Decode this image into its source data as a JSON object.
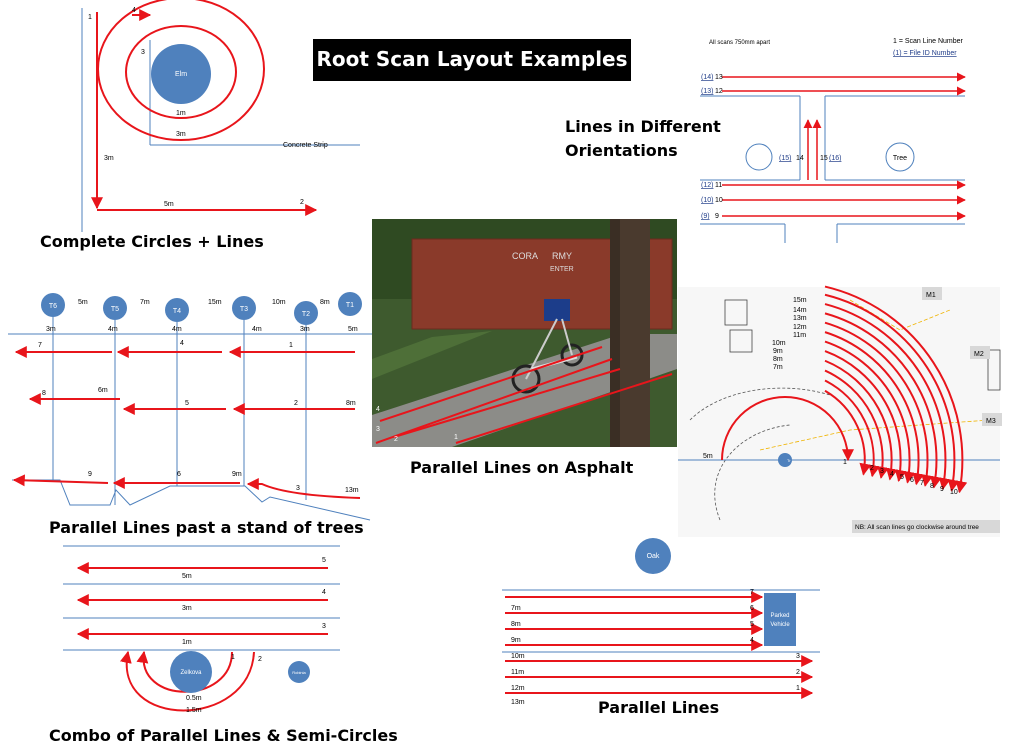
{
  "title": "Root Scan Layout Examples",
  "captions": {
    "circles": "Complete Circles + Lines",
    "orientations_line1": "Lines in Different",
    "orientations_line2": "Orientations",
    "asphalt": "Parallel Lines on Asphalt",
    "trees": "Parallel Lines  past a stand of trees",
    "combo": "Combo of Parallel Lines  & Semi-Circles",
    "parallel": "Parallel Lines"
  },
  "panel_circles": {
    "tree": "Elm",
    "l1": "1",
    "l2": "4",
    "l3": "3",
    "r1": "1m",
    "r3": "3m",
    "strip": "Concrete Strip",
    "side": "3m",
    "bottom": "5m",
    "b2": "2"
  },
  "panel_orient": {
    "note": "All scans 750mm apart",
    "legend1": "1 = Scan Line Number",
    "legend2": "(1) = File ID Number",
    "rows": [
      {
        "fid": "(14)",
        "num": "13"
      },
      {
        "fid": "(13)",
        "num": "12"
      },
      {
        "fid": "(12)",
        "num": "11"
      },
      {
        "fid": "(10)",
        "num": "10"
      },
      {
        "fid": "(9)",
        "num": "9"
      }
    ],
    "v1_fid": "(15)",
    "v1_num": "14",
    "v2_num": "15",
    "v2_fid": "(16)",
    "tree": "Tree"
  },
  "panel_photo": {
    "sign1": "CORA",
    "sign2": "RMY",
    "sign3": "ENTER",
    "n1": "1",
    "n2": "2",
    "n3": "3",
    "n4": "4"
  },
  "panel_trees": {
    "trees": [
      "T6",
      "T5",
      "T4",
      "T3",
      "T2",
      "T1"
    ],
    "gaps": [
      "5m",
      "7m",
      "15m",
      "10m",
      "8m"
    ],
    "base": [
      "3m",
      "4m",
      "4m",
      "4m",
      "3m",
      "5m"
    ],
    "row1": [
      "7",
      "4",
      "1"
    ],
    "row2": [
      "8",
      "6m",
      "5",
      "2",
      "8m"
    ],
    "row3": [
      "9",
      "6",
      "9m",
      "3",
      "13m"
    ]
  },
  "panel_arcs": {
    "labels": [
      "15m",
      "14m",
      "13m",
      "12m",
      "11m",
      "10m",
      "9m",
      "8m",
      "7m"
    ],
    "left": "5m",
    "one": "1",
    "nums": [
      "2",
      "3",
      "4",
      "5",
      "6",
      "7",
      "8",
      "9",
      "10"
    ],
    "m1": "M1",
    "m2": "M2",
    "m3": "M3",
    "note": "NB: All scan lines go clockwise around tree",
    "tree": "Tr"
  },
  "panel_combo": {
    "rows": [
      {
        "num": "5",
        "dist": "5m"
      },
      {
        "num": "4",
        "dist": "3m"
      },
      {
        "num": "3",
        "dist": "1m"
      }
    ],
    "tree": "Zelkova",
    "small": "Robinia",
    "a1": "1",
    "a2": "2",
    "r05": "0.5m",
    "r15": "1.5m"
  },
  "panel_parallel": {
    "oak": "Oak",
    "vehicle1": "Parked",
    "vehicle2": "Vehicle",
    "rows": [
      {
        "num": "7",
        "dist": ""
      },
      {
        "num": "6",
        "dist": "7m"
      },
      {
        "num": "5",
        "dist": "8m"
      },
      {
        "num": "4",
        "dist": "9m"
      },
      {
        "num": "3",
        "dist": "10m"
      },
      {
        "num": "2",
        "dist": "11m"
      },
      {
        "num": "1",
        "dist": "12m"
      },
      {
        "num": "",
        "dist": "13m"
      }
    ]
  },
  "colors": {
    "red": "#e8151b",
    "blue": "#4f81bd",
    "line": "#4f81bd",
    "black": "#000000"
  }
}
